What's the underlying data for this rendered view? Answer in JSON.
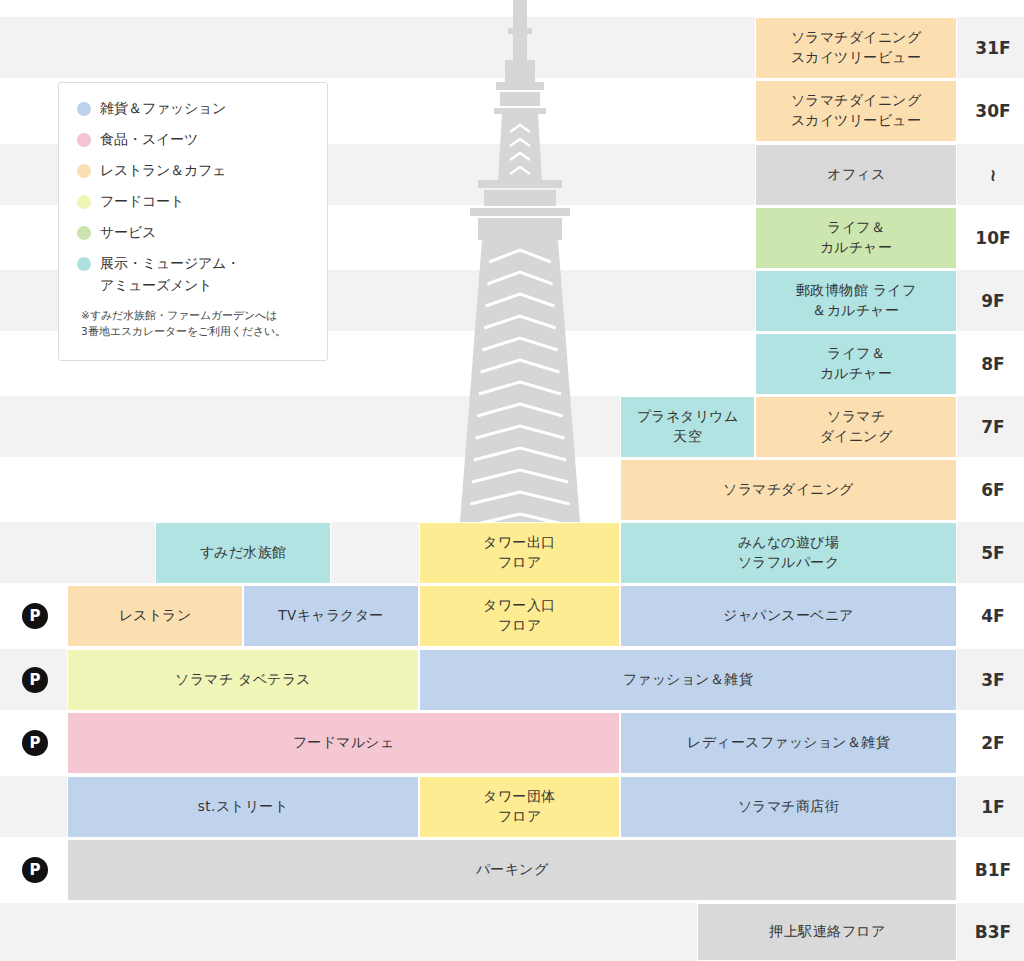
{
  "diagram": {
    "nodes": [
      {
        "text": [
          "ソラマチダイニング スカイツリービュー"
        ]
      },
      {
        "text": [
          "ソラマチダイニング スカイツリービュー"
        ]
      },
      {
        "text": [
          "オフィス"
        ]
      },
      {
        "text": [
          "ライフ＆ カルチャー"
        ]
      },
      {
        "text": [
          "郵政博物館 ライフ＆カルチャー"
        ]
      },
      {
        "text": [
          "ライフ＆ カルチャー"
        ]
      },
      {
        "text": [
          "プラネタリウム 天空"
        ]
      },
      {
        "text": [
          "ソラマチ ダイニング"
        ]
      },
      {
        "text": [
          "ソラマチダイニング"
        ]
      },
      {
        "text": [
          "すみだ水族館"
        ]
      },
      {
        "text": [
          "タワー出口 フロア"
        ]
      },
      {
        "text": [
          "みんなの遊び場 ソラフルパーク"
        ]
      },
      {
        "text": [
          "レストラン"
        ]
      },
      {
        "text": [
          "TVキャラクター"
        ]
      },
      {
        "text": [
          "タワー入口 フロア"
        ]
      },
      {
        "text": [
          "ジャパンスーベニア"
        ]
      },
      {
        "text": [
          "ソラマチ タベテラス"
        ]
      },
      {
        "text": [
          "ファッション＆雑貨"
        ]
      },
      {
        "text": [
          "フードマルシェ"
        ]
      },
      {
        "text": [
          "レディースファッション＆雑貨"
        ]
      },
      {
        "text": [
          "st.ストリート"
        ]
      },
      {
        "text": [
          "タワー団体 フロア"
        ]
      },
      {
        "text": [
          "ソラマチ商店街"
        ]
      },
      {
        "text": [
          "パーキング"
        ]
      },
      {
        "text": [
          "押上駅連絡フロア"
        ]
      }
    ],
    "labels": [
      "※すみだ水族館・ファームガーデンへは 3番地エスカレーターをご利用ください。",
      "31F",
      "30F",
      "≀",
      "10F",
      "9F",
      "8F",
      "7F",
      "6F",
      "5F",
      "4F",
      "3F",
      "2F",
      "1F",
      "B1F",
      "B3F",
      "P",
      "P",
      "P",
      "P"
    ],
    "legend": [
      {
        "text": "雑貨＆ファッション",
        "color": "#bcd1ec"
      },
      {
        "text": "食品・スイーツ",
        "color": "#f4c4d2"
      },
      {
        "text": "レストラン＆カフェ",
        "color": "#f9dfb2"
      },
      {
        "text": "フードコート",
        "color": "#f1f6b6"
      },
      {
        "text": "サービス",
        "color": "#cbe4ae"
      },
      {
        "text": "展示・ミュージアム・ アミューズメント",
        "color": "#aee1e3"
      }
    ]
  }
}
